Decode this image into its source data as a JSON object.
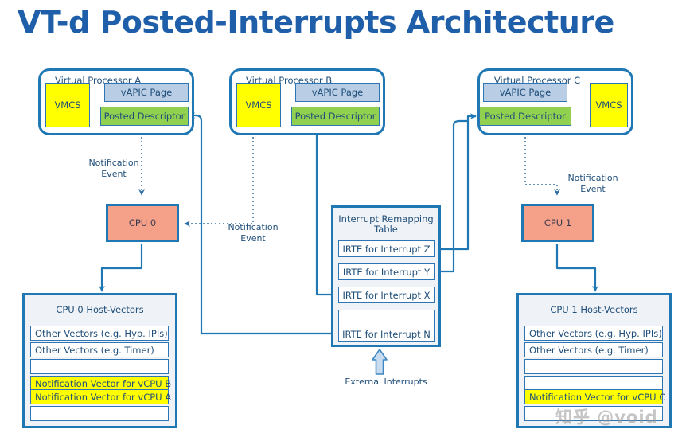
{
  "title": "VT-d Posted-Interrupts Architecture",
  "colors": {
    "accent_blue": "#1F78B4",
    "title_blue": "#1F5FA9",
    "text_blue": "#1F4E79",
    "vmcs_yellow": "#FFFF00",
    "vapic_blue": "#B9CDE5",
    "posted_green": "#92D050",
    "cpu_salmon": "#F5A089",
    "panel_grey": "#EFF2F7"
  },
  "virtual_processors": [
    {
      "title": "Virtual Processor A",
      "vmcs_label": "VMCS",
      "vapic_label": "vAPIC Page",
      "posted_label": "Posted Descriptor",
      "vmcs_side": "left"
    },
    {
      "title": "Virtual Processor B",
      "vmcs_label": "VMCS",
      "vapic_label": "vAPIC Page",
      "posted_label": "Posted Descriptor",
      "vmcs_side": "left"
    },
    {
      "title": "Virtual Processor C",
      "vmcs_label": "VMCS",
      "vapic_label": "vAPIC Page",
      "posted_label": "Posted Descriptor",
      "vmcs_side": "right"
    }
  ],
  "cpus": [
    {
      "label": "CPU 0"
    },
    {
      "label": "CPU 1"
    }
  ],
  "notification_labels": [
    "Notification\nEvent",
    "Notification\nEvent",
    "Notification\nEvent"
  ],
  "interrupt_remapping_table": {
    "title": "Interrupt\nRemapping Table",
    "rows": [
      "IRTE for Interrupt Z",
      "IRTE for Interrupt Y",
      "IRTE for Interrupt X",
      "",
      "IRTE for Interrupt N"
    ]
  },
  "external_interrupts_label": "External Interrupts",
  "host_vectors": [
    {
      "title": "CPU 0 Host-Vectors",
      "rows": [
        {
          "text": "Other Vectors (e.g. Hyp. IPIs)",
          "highlight": false
        },
        {
          "text": "Other Vectors (e.g. Timer)",
          "highlight": false
        },
        {
          "text": "",
          "highlight": false
        },
        {
          "text": "Notification Vector for vCPU B",
          "highlight": true
        },
        {
          "text": "Notification Vector for vCPU A",
          "highlight": true
        },
        {
          "text": "",
          "highlight": false
        }
      ]
    },
    {
      "title": "CPU 1 Host-Vectors",
      "rows": [
        {
          "text": "Other Vectors (e.g. Hyp. IPIs)",
          "highlight": false
        },
        {
          "text": "Other Vectors (e.g. Timer)",
          "highlight": false
        },
        {
          "text": "",
          "highlight": false
        },
        {
          "text": "",
          "highlight": false
        },
        {
          "text": "Notification Vector for vCPU C",
          "highlight": true
        },
        {
          "text": "",
          "highlight": false
        }
      ]
    }
  ],
  "watermark": "知乎 @void"
}
